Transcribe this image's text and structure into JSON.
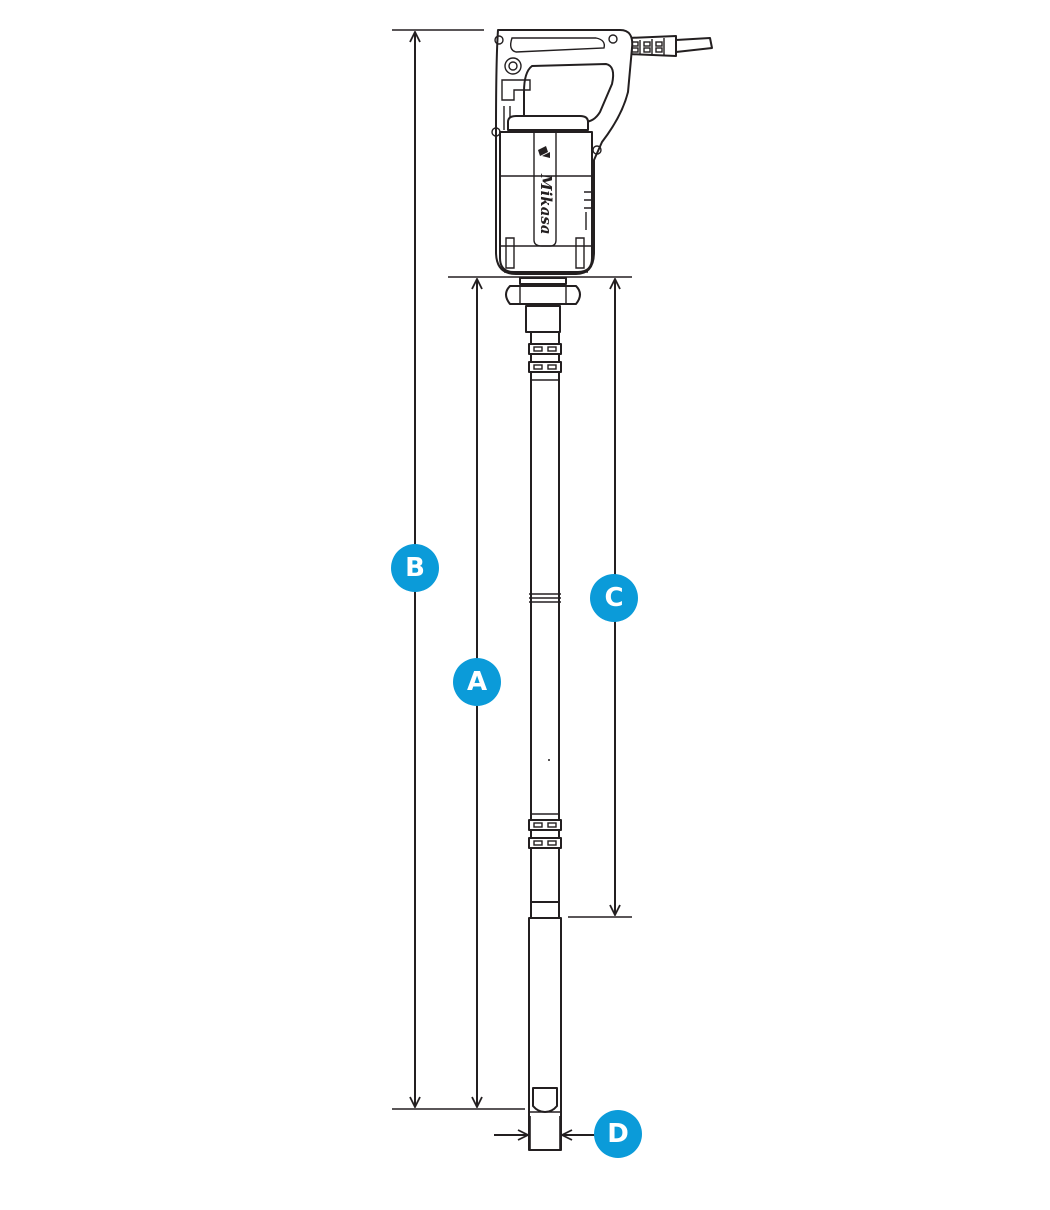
{
  "colors": {
    "badge": "#0b9bd9",
    "line": "#231f20",
    "background": "#ffffff"
  },
  "product": {
    "brand_mark": "Mikasa",
    "logo_icon": "mikasa-logo-icon"
  },
  "dimensions": [
    {
      "id": "A",
      "label": "A",
      "meaning": ""
    },
    {
      "id": "B",
      "label": "B",
      "meaning": ""
    },
    {
      "id": "C",
      "label": "C",
      "meaning": ""
    },
    {
      "id": "D",
      "label": "D",
      "meaning": ""
    }
  ]
}
